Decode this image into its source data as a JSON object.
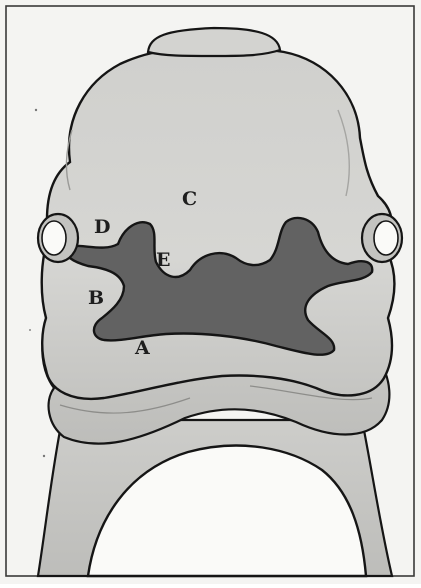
{
  "figure": {
    "labels": {
      "a": "A",
      "b": "B",
      "c": "C",
      "d": "D",
      "e": "E"
    }
  },
  "colors": {
    "paper": "#f4f4f2",
    "frame": "#3a3a3a",
    "tissue": "#d3d3d0",
    "tissue_shade": "#b9b9b6",
    "cavity": "#626262",
    "outline": "#151515",
    "gap": "#fafaf8"
  }
}
